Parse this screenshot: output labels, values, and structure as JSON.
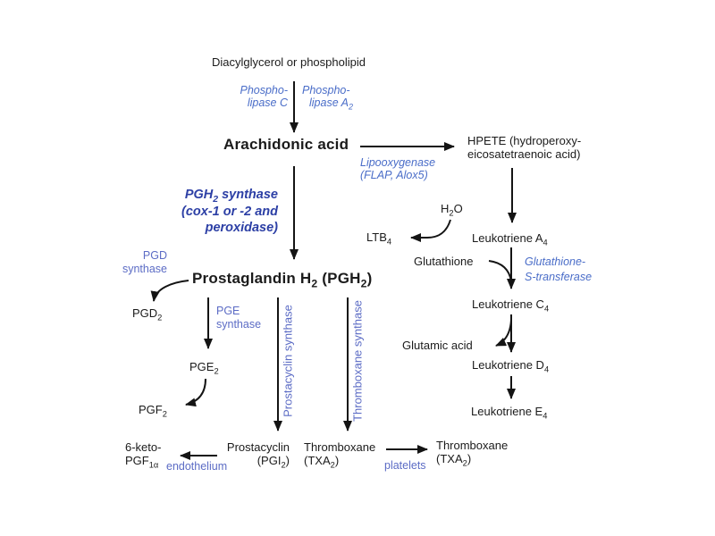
{
  "colors": {
    "background": "#ffffff",
    "black_text": "#1b1b1b",
    "enzyme_blue": "#4a6dc8",
    "enzyme_blue_dark_bold": "#2c3fa5",
    "label_blue": "#5c6cc5",
    "arrow": "#141414"
  },
  "nodes": {
    "diacylglycerol": "Diacylglycerol or phospholipid",
    "arachidonic_acid": "Arachidonic acid",
    "hpete_line1": "HPETE (hydroperoxy-",
    "hpete_line2": "eicosatetraenoic acid)",
    "h2o": {
      "pre": "H",
      "sub": "2",
      "post": "O"
    },
    "ltb4": {
      "pre": "LTB",
      "sub": "4"
    },
    "leukotriene_a4": {
      "pre": "Leukotriene A",
      "sub": "4"
    },
    "glutathione": "Glutathione",
    "leukotriene_c4": {
      "pre": "Leukotriene C",
      "sub": "4"
    },
    "glutamic_acid": "Glutamic acid",
    "leukotriene_d4": {
      "pre": "Leukotriene D",
      "sub": "4"
    },
    "leukotriene_e4": {
      "pre": "Leukotriene E",
      "sub": "4"
    },
    "prostaglandin_h2": {
      "p1": "Prostaglandin H",
      "s1": "2",
      "p2": " (PGH",
      "s2": "2",
      "p3": ")"
    },
    "pgd2": {
      "pre": "PGD",
      "sub": "2"
    },
    "pge2": {
      "pre": "PGE",
      "sub": "2"
    },
    "pgf2": {
      "pre": "PGF",
      "sub": "2"
    },
    "six_keto_line1": "6-keto-",
    "six_keto_line2": {
      "pre": "PGF",
      "sub": "1α"
    },
    "prostacyclin_line1": "Prostacyclin",
    "prostacyclin_line2": {
      "pre": "(PGI",
      "sub": "2",
      "post": ")"
    },
    "thromboxane_left_line1": "Thromboxane",
    "thromboxane_left_line2": {
      "pre": "(TXA",
      "sub": "2",
      "post": ")"
    },
    "thromboxane_right_line1": "Thromboxane",
    "thromboxane_right_line2": {
      "pre": "(TXA",
      "sub": "2",
      "post": ")"
    }
  },
  "enzymes": {
    "phospholipase_c_line1": "Phospho-",
    "phospholipase_c_line2": "lipase C",
    "phospholipase_a2_line1": "Phospho-",
    "phospholipase_a2_line2": {
      "pre": "lipase A",
      "sub": "2"
    },
    "lipooxygenase_line1": "Lipooxygenase",
    "lipooxygenase_line2": "(FLAP, Alox5)",
    "pgh2_synthase_line1": {
      "pre": "PGH",
      "sub": "2",
      "post": " synthase"
    },
    "pgh2_synthase_line2": "(cox-1 or -2 and",
    "pgh2_synthase_line3": "peroxidase)",
    "glutathione_s_transferase_line1": "Glutathione-",
    "glutathione_s_transferase_line2": "S-transferase",
    "pgd_synthase_line1": "PGD",
    "pgd_synthase_line2": "synthase",
    "pge_synthase_line1": "PGE",
    "pge_synthase_line2": "synthase",
    "prostacyclin_synthase": "Prostacyclin synthase",
    "thromboxane_synthase": "Thromboxane synthase",
    "endothelium": "endothelium",
    "platelets": "platelets"
  }
}
